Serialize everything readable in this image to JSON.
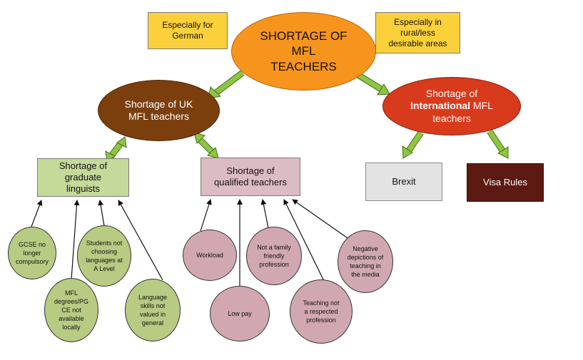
{
  "colors": {
    "main": "#f7941d",
    "uk": "#7b3f0e",
    "intl": "#d83a1c",
    "note": "#fcd03a",
    "green_box": "#c5d99a",
    "green_circle": "#b7cb82",
    "pink_box": "#dcbcc4",
    "pink_circle": "#d1a8b1",
    "brexit": "#e3e3e3",
    "visa": "#5c1a12",
    "arrow": "#8dc63f"
  },
  "notes": {
    "german": "Especially for German",
    "rural": "Especially in rural/less desirable areas"
  },
  "main": {
    "title": "SHORTAGE OF MFL TEACHERS"
  },
  "uk": {
    "label": "Shortage of UK MFL teachers"
  },
  "intl": {
    "label_pre": "Shortage of",
    "label_bold": "International",
    "label_post": "MFL teachers"
  },
  "graduate": {
    "label": "Shortage of graduate linguists"
  },
  "qualified": {
    "label": "Shortage of qualified teachers"
  },
  "brexit": {
    "label": "Brexit"
  },
  "visa": {
    "label": "Visa Rules"
  },
  "graduate_causes": {
    "gcse": "GCSE no longer compulsory",
    "degrees": "MFL degrees/PG CE not available locally",
    "students": "Students not choosing languages at A Level",
    "skills": "Language skills not valued in general"
  },
  "qualified_causes": {
    "workload": "Workload",
    "pay": "Low pay",
    "family": "Not a family friendly profession",
    "respected": "Teaching not a respected profession",
    "media": "Negative depictions of teaching in the media"
  }
}
